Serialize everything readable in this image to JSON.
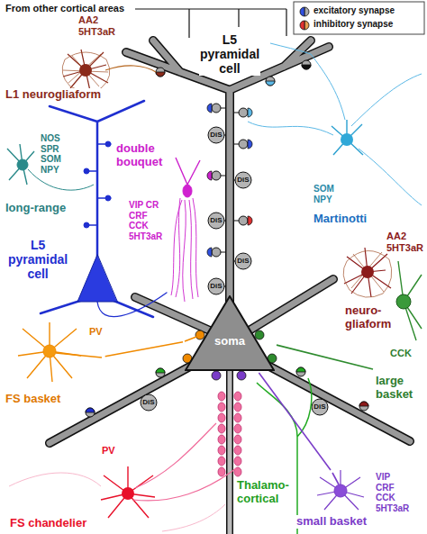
{
  "diagram": {
    "nodes": [
      {
        "text": [
          "AA2 5HT3aR",
          "L1 neurogliaform"
        ]
      },
      {
        "text": [
          "NOS SPR SOM NPY",
          "long-range"
        ]
      },
      {
        "text": [
          "double bouquet",
          "VIP CR CRF CCK 5HT3aR"
        ]
      },
      {
        "text": [
          "SOM NPY",
          "Martinotti"
        ]
      },
      {
        "text": [
          "L5 pyramidal cell"
        ]
      },
      {
        "text": [
          "AA2 5HT3aR",
          "neuro-gliaform"
        ]
      },
      {
        "text": [
          "PV",
          "FS basket"
        ]
      },
      {
        "text": [
          "soma"
        ]
      },
      {
        "text": [
          "CCK",
          "large basket"
        ]
      },
      {
        "text": [
          "PV",
          "FS chandelier"
        ]
      },
      {
        "text": [
          "VIP CRF CCK 5HT3aR",
          "small basket"
        ]
      }
    ],
    "edges": [
      {
        "from": 6,
        "to": 7,
        "arrow": "none"
      },
      {
        "from": 8,
        "to": 7,
        "arrow": "none"
      },
      {
        "from": 10,
        "to": 7,
        "arrow": "none"
      }
    ],
    "labels": [
      "From other cortical areas",
      "L5 pyramidal cell",
      "DiS",
      "DiS",
      "DiS",
      "DiS",
      "DiS",
      "DiS",
      "DiS",
      "Thalamo-cortical"
    ],
    "legend": [
      {
        "text": "excitatory synapse"
      },
      {
        "text": "inhibitory synapse"
      }
    ]
  }
}
